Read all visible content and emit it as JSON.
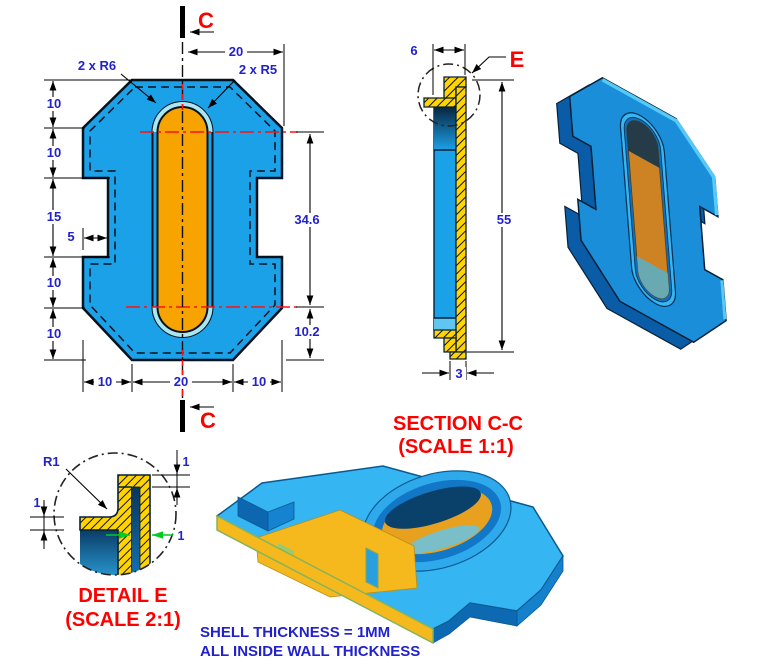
{
  "drawing": {
    "front_view": {
      "section_letter_top": "C",
      "section_letter_bottom": "C",
      "label_outer_radius": "2 x R6",
      "label_inner_radius": "2 x R5",
      "dim_top_width": "20",
      "dims_left": [
        "10",
        "10",
        "15",
        "10",
        "10"
      ],
      "dim_notch_depth": "5",
      "dim_right_span": "34.6",
      "dim_right_bottom": "10.2",
      "dims_bottom": [
        "10",
        "20",
        "10"
      ]
    },
    "section_view": {
      "dim_flange": "6",
      "dim_height": "55",
      "dim_base": "3",
      "detail_letter": "E",
      "title": "SECTION C-C",
      "scale": "(SCALE 1:1)"
    },
    "detail_view": {
      "dim_fillet_radius": "R1",
      "dim_top_thickness": "1",
      "dim_flange_thickness": "1",
      "dim_wall_thickness": "1",
      "title": "DETAIL E",
      "scale": "(SCALE 2:1)"
    },
    "notes": [
      "SHELL THICKNESS = 1MM",
      "ALL INSIDE WALL THICKNESS"
    ],
    "palette": {
      "body_blue": "#1ba1e8",
      "slot_orange": "#f7a300",
      "ring_cyan": "#a9e6f2",
      "hatch_gold": "#ffd400",
      "dim_blue": "#2222cc",
      "label_red": "#ff0000",
      "arrow_green": "#00cc22",
      "iso_face_blue": "#1b8ed9",
      "cut_floor_yellow": "#f5b91d",
      "cut_edge_green": "#86b35c"
    }
  }
}
